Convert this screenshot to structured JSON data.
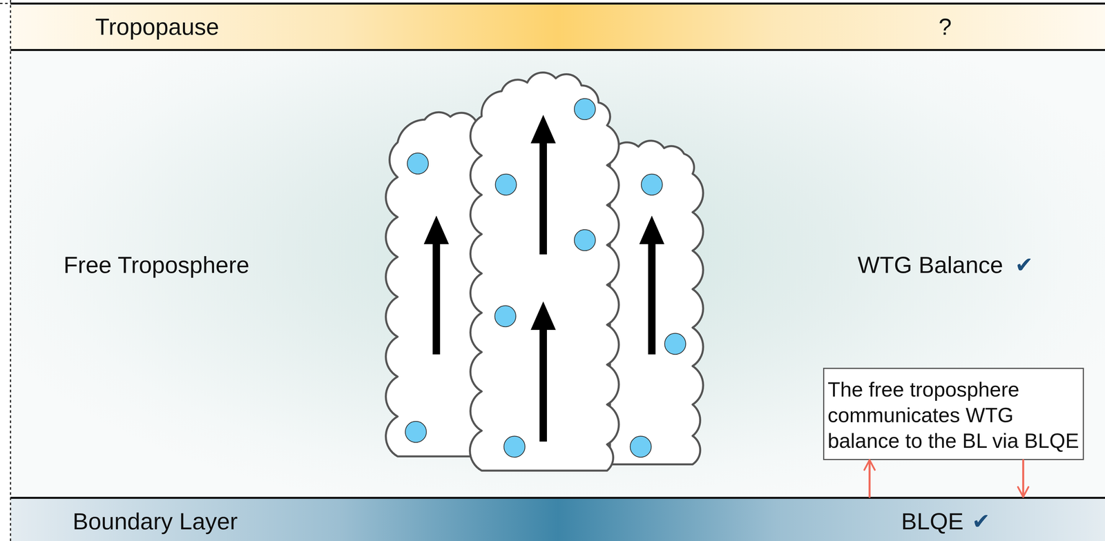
{
  "diagram": {
    "nodes": [
      {
        "text": [
          "Tropopause",
          "?"
        ]
      },
      {
        "text": [
          "Free Troposphere",
          "WTG Balance"
        ]
      },
      {
        "text": [
          "The free troposphere communicates WTG balance to the BL via BLQE"
        ],
        "in": 1
      },
      {
        "text": [
          "Boundary Layer",
          "BLQE"
        ]
      }
    ],
    "edges": [
      {
        "from": 3,
        "to": 2,
        "arrow": "to"
      },
      {
        "from": 2,
        "to": 3,
        "arrow": "to"
      }
    ],
    "labels": [
      "✔",
      "✔"
    ]
  }
}
